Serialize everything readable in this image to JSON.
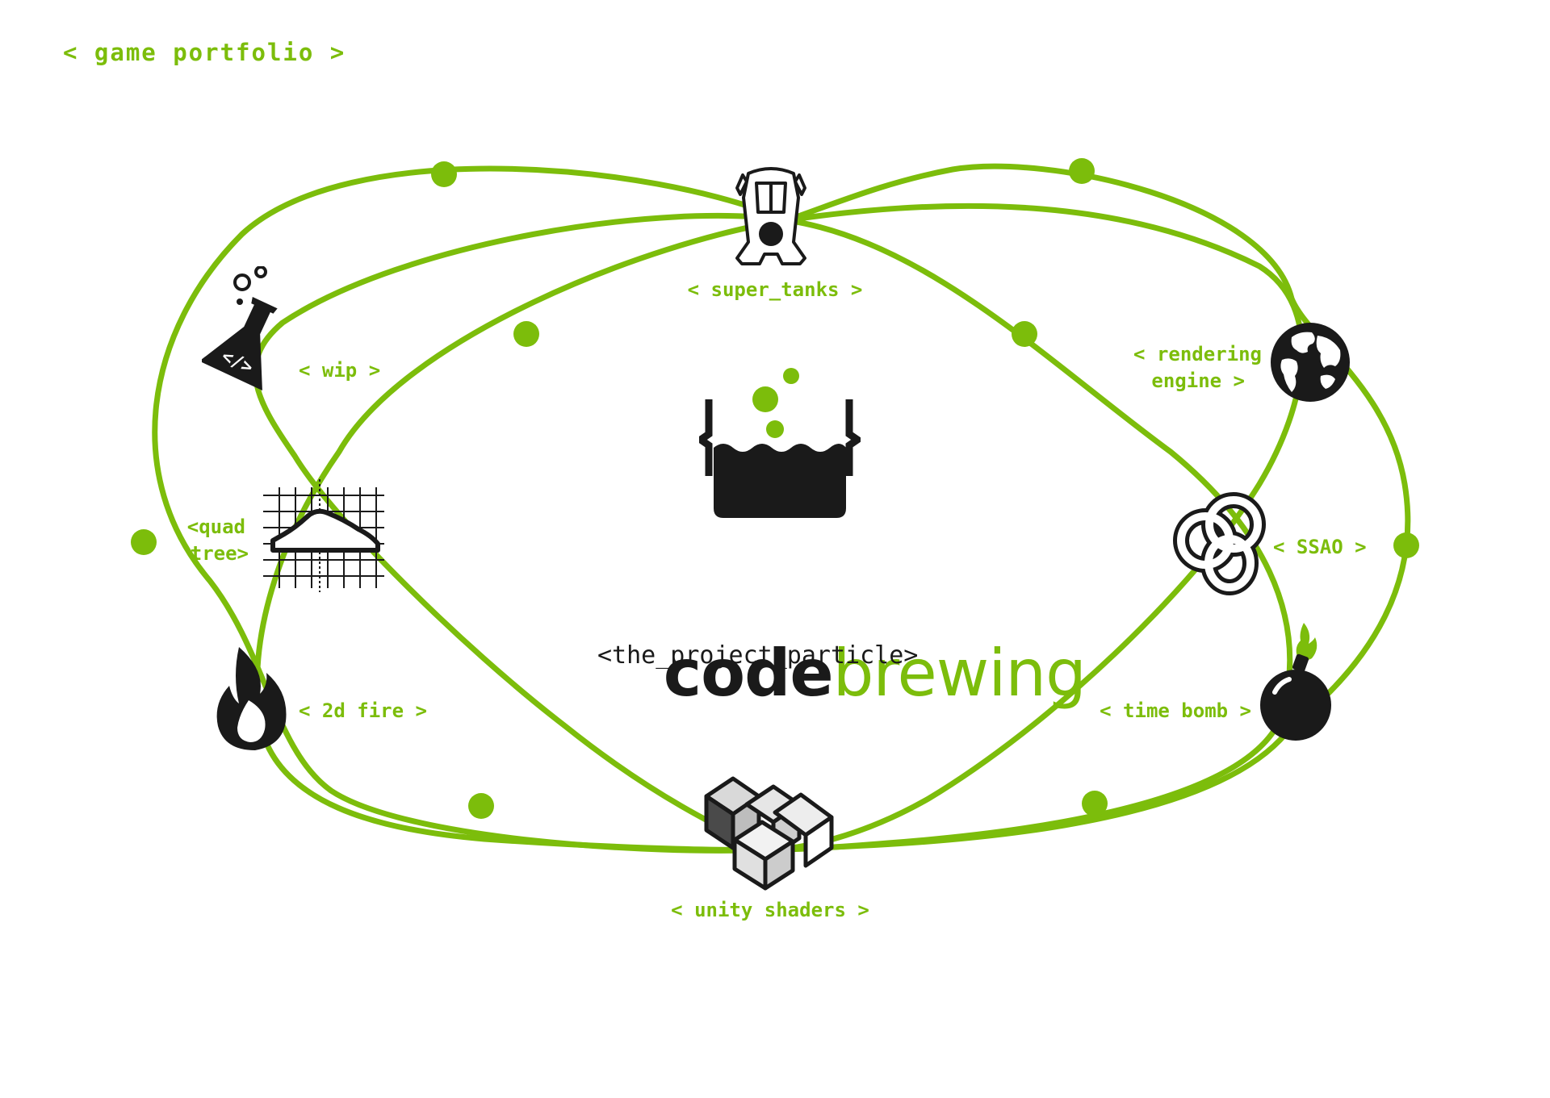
{
  "colors": {
    "accent": "#7cbd0b",
    "ink": "#1a1a1a",
    "background": "#ffffff"
  },
  "header": {
    "title": "< game portfolio >"
  },
  "center": {
    "logo_icon": "brewing-pot-with-bubbles-icon",
    "word_bold": "code",
    "word_light": "brewing",
    "tagline": "<the_project_particle>"
  },
  "nodes": [
    {
      "id": "super_tanks",
      "label": "< super_tanks >",
      "icon": "tank-icon"
    },
    {
      "id": "wip",
      "label": "< wip >",
      "icon": "flask-icon"
    },
    {
      "id": "rendering_engine",
      "label_line1": "< rendering",
      "label_line2": "engine >",
      "icon": "globe-icon"
    },
    {
      "id": "quad_tree",
      "label_line1": "<quad",
      "label_line2": "tree>",
      "icon": "quad-tree-grid-icon"
    },
    {
      "id": "ssao",
      "label": "< SSAO >",
      "icon": "knot-icon"
    },
    {
      "id": "2d_fire",
      "label": "< 2d fire >",
      "icon": "fire-icon"
    },
    {
      "id": "time_bomb",
      "label": "< time bomb >",
      "icon": "bomb-icon"
    },
    {
      "id": "unity_shaders",
      "label": "< unity shaders >",
      "icon": "cubes-icon"
    }
  ]
}
